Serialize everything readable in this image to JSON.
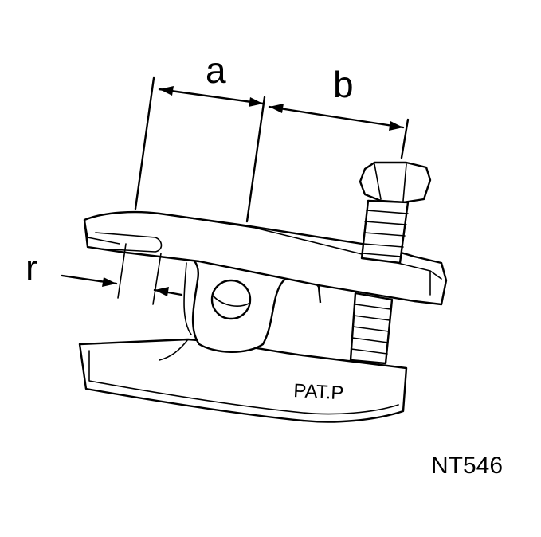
{
  "diagram": {
    "labels": {
      "a": "a",
      "b": "b",
      "r": "r"
    },
    "stamp": "PAT.P",
    "code": "NT546"
  }
}
